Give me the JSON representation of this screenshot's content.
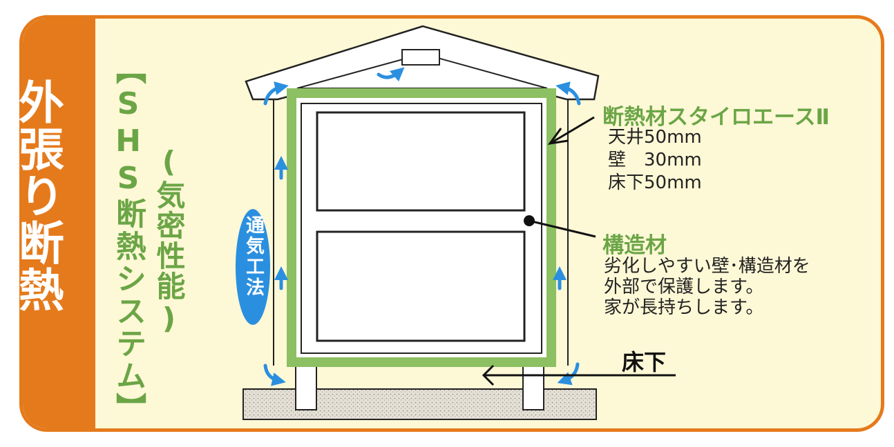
{
  "side_title": "外張り断熱",
  "system_name": "【SHS断熱システム】",
  "airtight": "(気密性能)",
  "ventilation_badge": "通気工法",
  "insulation": {
    "title": "断熱材スタイロエースⅡ",
    "ceiling": "天井50mm",
    "wall": "壁　30mm",
    "floor": "床下50mm"
  },
  "structure": {
    "title": "構造材",
    "line1": "劣化しやすい壁･構造材を",
    "line2": "外部で保護します。",
    "line3": "家が長持ちします。"
  },
  "underfloor": "床下",
  "colors": {
    "accent_orange": "#e57a1c",
    "insulation_green": "#8cc063",
    "airflow_blue": "#2b8fe0",
    "background": "#fdf8d6"
  }
}
